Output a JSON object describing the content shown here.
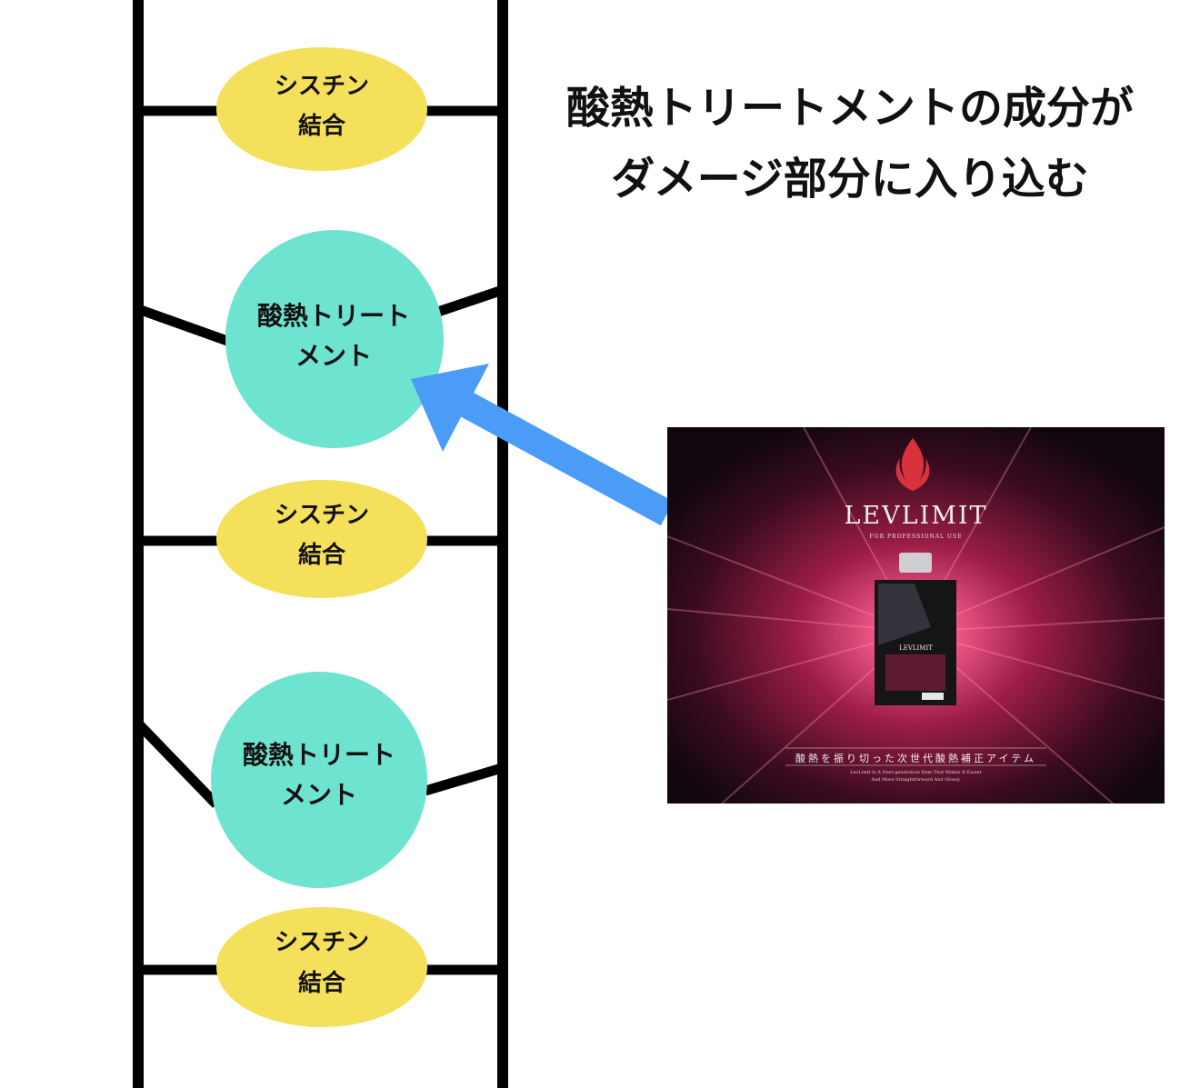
{
  "heading": {
    "line1": "酸熱トリートメントの成分が",
    "line2": "ダメージ部分に入り込む"
  },
  "nodes": [
    {
      "kind": "cystine",
      "label_line1": "シスチン",
      "label_line2": "結合"
    },
    {
      "kind": "acid-heat",
      "label_line1": "酸熱トリート",
      "label_line2": "メント"
    },
    {
      "kind": "cystine",
      "label_line1": "シスチン",
      "label_line2": "結合"
    },
    {
      "kind": "acid-heat",
      "label_line1": "酸熱トリート",
      "label_line2": "メント"
    },
    {
      "kind": "cystine",
      "label_line1": "シスチン",
      "label_line2": "結合"
    }
  ],
  "colors": {
    "cystine_fill": "#f4e05a",
    "treatment_fill": "#6ee3d0",
    "arrow": "#4a9cf7",
    "rail": "#000000"
  },
  "product": {
    "brand": "LEVLIMIT",
    "brand_sub": "FOR PROFESSIONAL USE",
    "pouch_label": "LEVLIMIT",
    "tagline": "酸熱を振り切った次世代酸熱補正アイテム",
    "tagline_en_line1": "LevLimit Is A Next-generation Item That Makes It Easier",
    "tagline_en_line2": "And More Straightforward And Glossy.",
    "icon": "flame-icon"
  }
}
